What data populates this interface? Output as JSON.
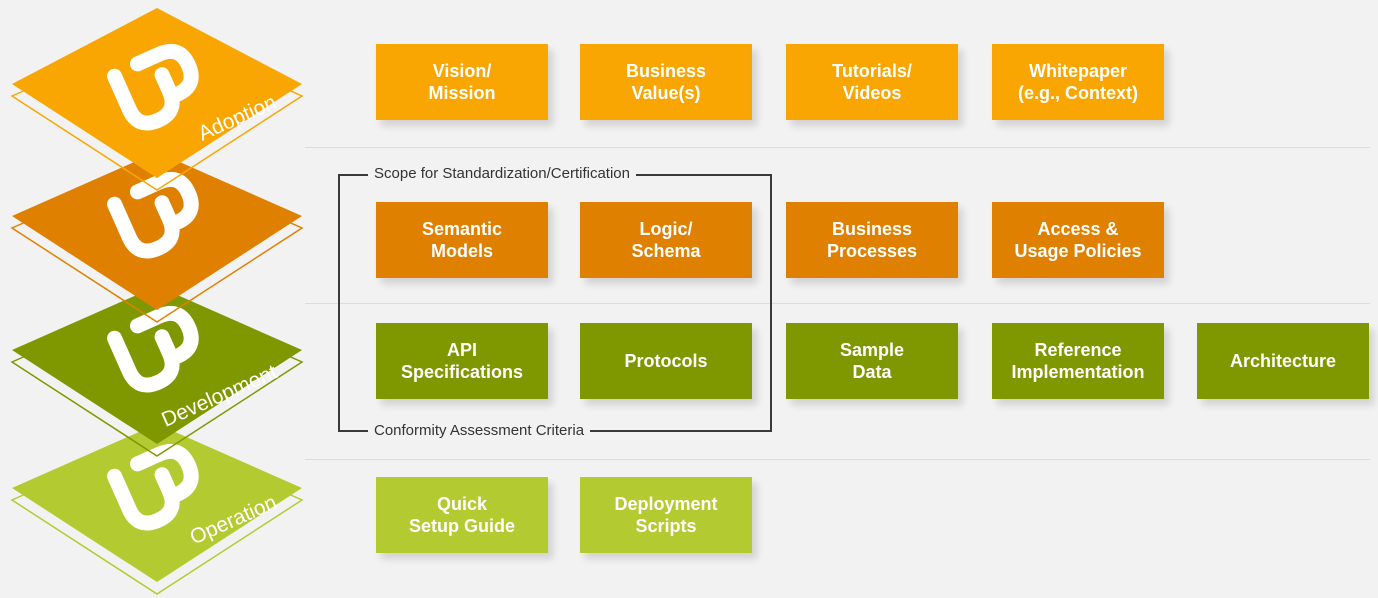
{
  "colors": {
    "adoption": "#f9a603",
    "design": "#e08000",
    "development": "#7f9800",
    "operation": "#b3cb30",
    "background": "#f2f2f2"
  },
  "layers": [
    {
      "name": "adoption",
      "label": "Adoption",
      "icon": "logo-icon"
    },
    {
      "name": "design",
      "label": "",
      "icon": "logo-icon"
    },
    {
      "name": "development",
      "label": "Development",
      "icon": "logo-icon"
    },
    {
      "name": "operation",
      "label": "Operation",
      "icon": "logo-icon"
    }
  ],
  "rows": {
    "adoption": [
      "Vision/\nMission",
      "Business\nValue(s)",
      "Tutorials/\nVideos",
      "Whitepaper\n(e.g., Context)"
    ],
    "design": [
      "Semantic\nModels",
      "Logic/\nSchema",
      "Business\nProcesses",
      "Access &\nUsage Policies"
    ],
    "development": [
      "API\nSpecifications",
      "Protocols",
      "Sample\nData",
      "Reference\nImplementation",
      "Architecture"
    ],
    "operation": [
      "Quick\nSetup Guide",
      "Deployment\nScripts"
    ]
  },
  "bracket": {
    "top_label": "Scope for Standardization/Certification",
    "bottom_label": "Conformity Assessment Criteria"
  }
}
